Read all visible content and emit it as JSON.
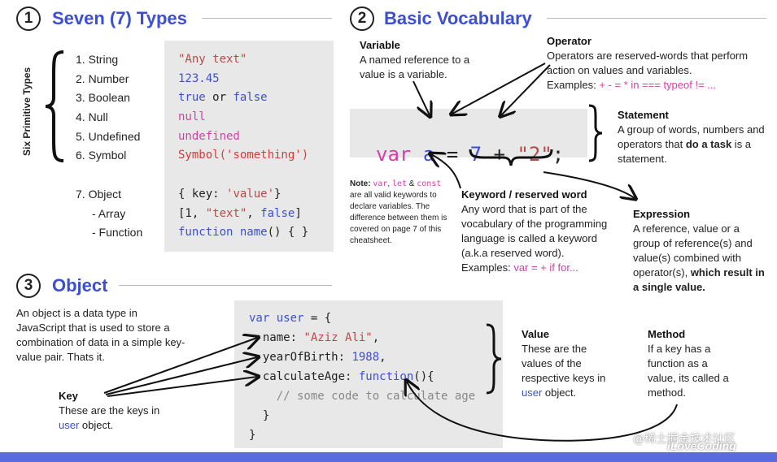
{
  "section1": {
    "number": "1",
    "title": "Seven (7) Types",
    "vertical_label": "Six Primitive Types",
    "items": [
      {
        "label": "1. String",
        "code": "\"Any text\""
      },
      {
        "label": "2. Number",
        "code": "123.45"
      },
      {
        "label": "3. Boolean",
        "code_a": "true",
        "code_or": " or ",
        "code_b": "false"
      },
      {
        "label": "4. Null",
        "code": "null"
      },
      {
        "label": "5. Undefined",
        "code": "undefined"
      },
      {
        "label": "6. Symbol",
        "code": "Symbol('something')"
      }
    ],
    "object": {
      "label": "7. Object",
      "code_a": "{ key: ",
      "code_b": "'value'",
      "code_c": "}"
    },
    "array": {
      "label": "- Array",
      "code_a": "[1, ",
      "code_b": "\"text\"",
      "code_c": ", ",
      "code_d": "false",
      "code_e": "]"
    },
    "function": {
      "label": "- Function",
      "code_a": "function",
      "code_b": " name",
      "code_c": "() { }"
    }
  },
  "section2": {
    "number": "2",
    "title": "Basic Vocabulary",
    "variable": {
      "title": "Variable",
      "text": "A named reference to a value is a variable."
    },
    "operator": {
      "title": "Operator",
      "text": "Operators are reserved-words that perform action on values and variables.",
      "examples_label": "Examples: ",
      "examples": "+ - = * in === typeof != ..."
    },
    "statement": {
      "title": "Statement",
      "text_a": "A group of words, numbers and operators that ",
      "text_bold": "do a task",
      "text_b": " is a statement."
    },
    "code": {
      "var": "var",
      "a": "a",
      "eq": "=",
      "seven": "7",
      "plus": "+",
      "two": "\"2\"",
      "semi": ";"
    },
    "note": {
      "bold": "Note: ",
      "k1": "var",
      "c1": ", ",
      "k2": "let",
      "c2": " & ",
      "k3": "const",
      "rest": " are all valid keywords to declare variables. The difference between them is covered on page 7 of this cheatsheet."
    },
    "keyword": {
      "title": "Keyword / reserved word",
      "text": "Any word that is part of the vocabulary of the programming language is called a keyword (a.k.a reserved word).",
      "examples_label": "Examples: ",
      "examples": "var = + if for..."
    },
    "expression": {
      "title": "Expression",
      "text": "A reference, value or a group of reference(s) and value(s) combined with operator(s), ",
      "bold": "which result in a single value."
    }
  },
  "section3": {
    "number": "3",
    "title": "Object",
    "description": "An object is a data type in JavaScript that is used to store a combination of data in a simple key-value pair. Thats it.",
    "key": {
      "title": "Key",
      "text_a": "These are the keys in ",
      "highlight": "user",
      "text_b": " object."
    },
    "value": {
      "title": "Value",
      "text_a": "These are the values of the respective keys in ",
      "highlight": "user",
      "text_b": " object."
    },
    "method": {
      "title": "Method",
      "text": "If a key has a function as a value, its called a method."
    },
    "code": {
      "l1_var": "var",
      "l1_name": " user",
      "l1_rest": " = {",
      "l2_key": "  name: ",
      "l2_val": "\"Aziz Ali\"",
      "l2_end": ",",
      "l3_key": "  yearOfBirth: ",
      "l3_val": "1988",
      "l3_end": ",",
      "l4_key": "  calculateAge: ",
      "l4_fn": "function",
      "l4_end": "(){",
      "l5": "    // some code to calculate age",
      "l6": "  }",
      "l7": "}"
    }
  },
  "watermark": {
    "cn": "@稀土掘金技术社区",
    "brand": "iLoveCoding"
  }
}
